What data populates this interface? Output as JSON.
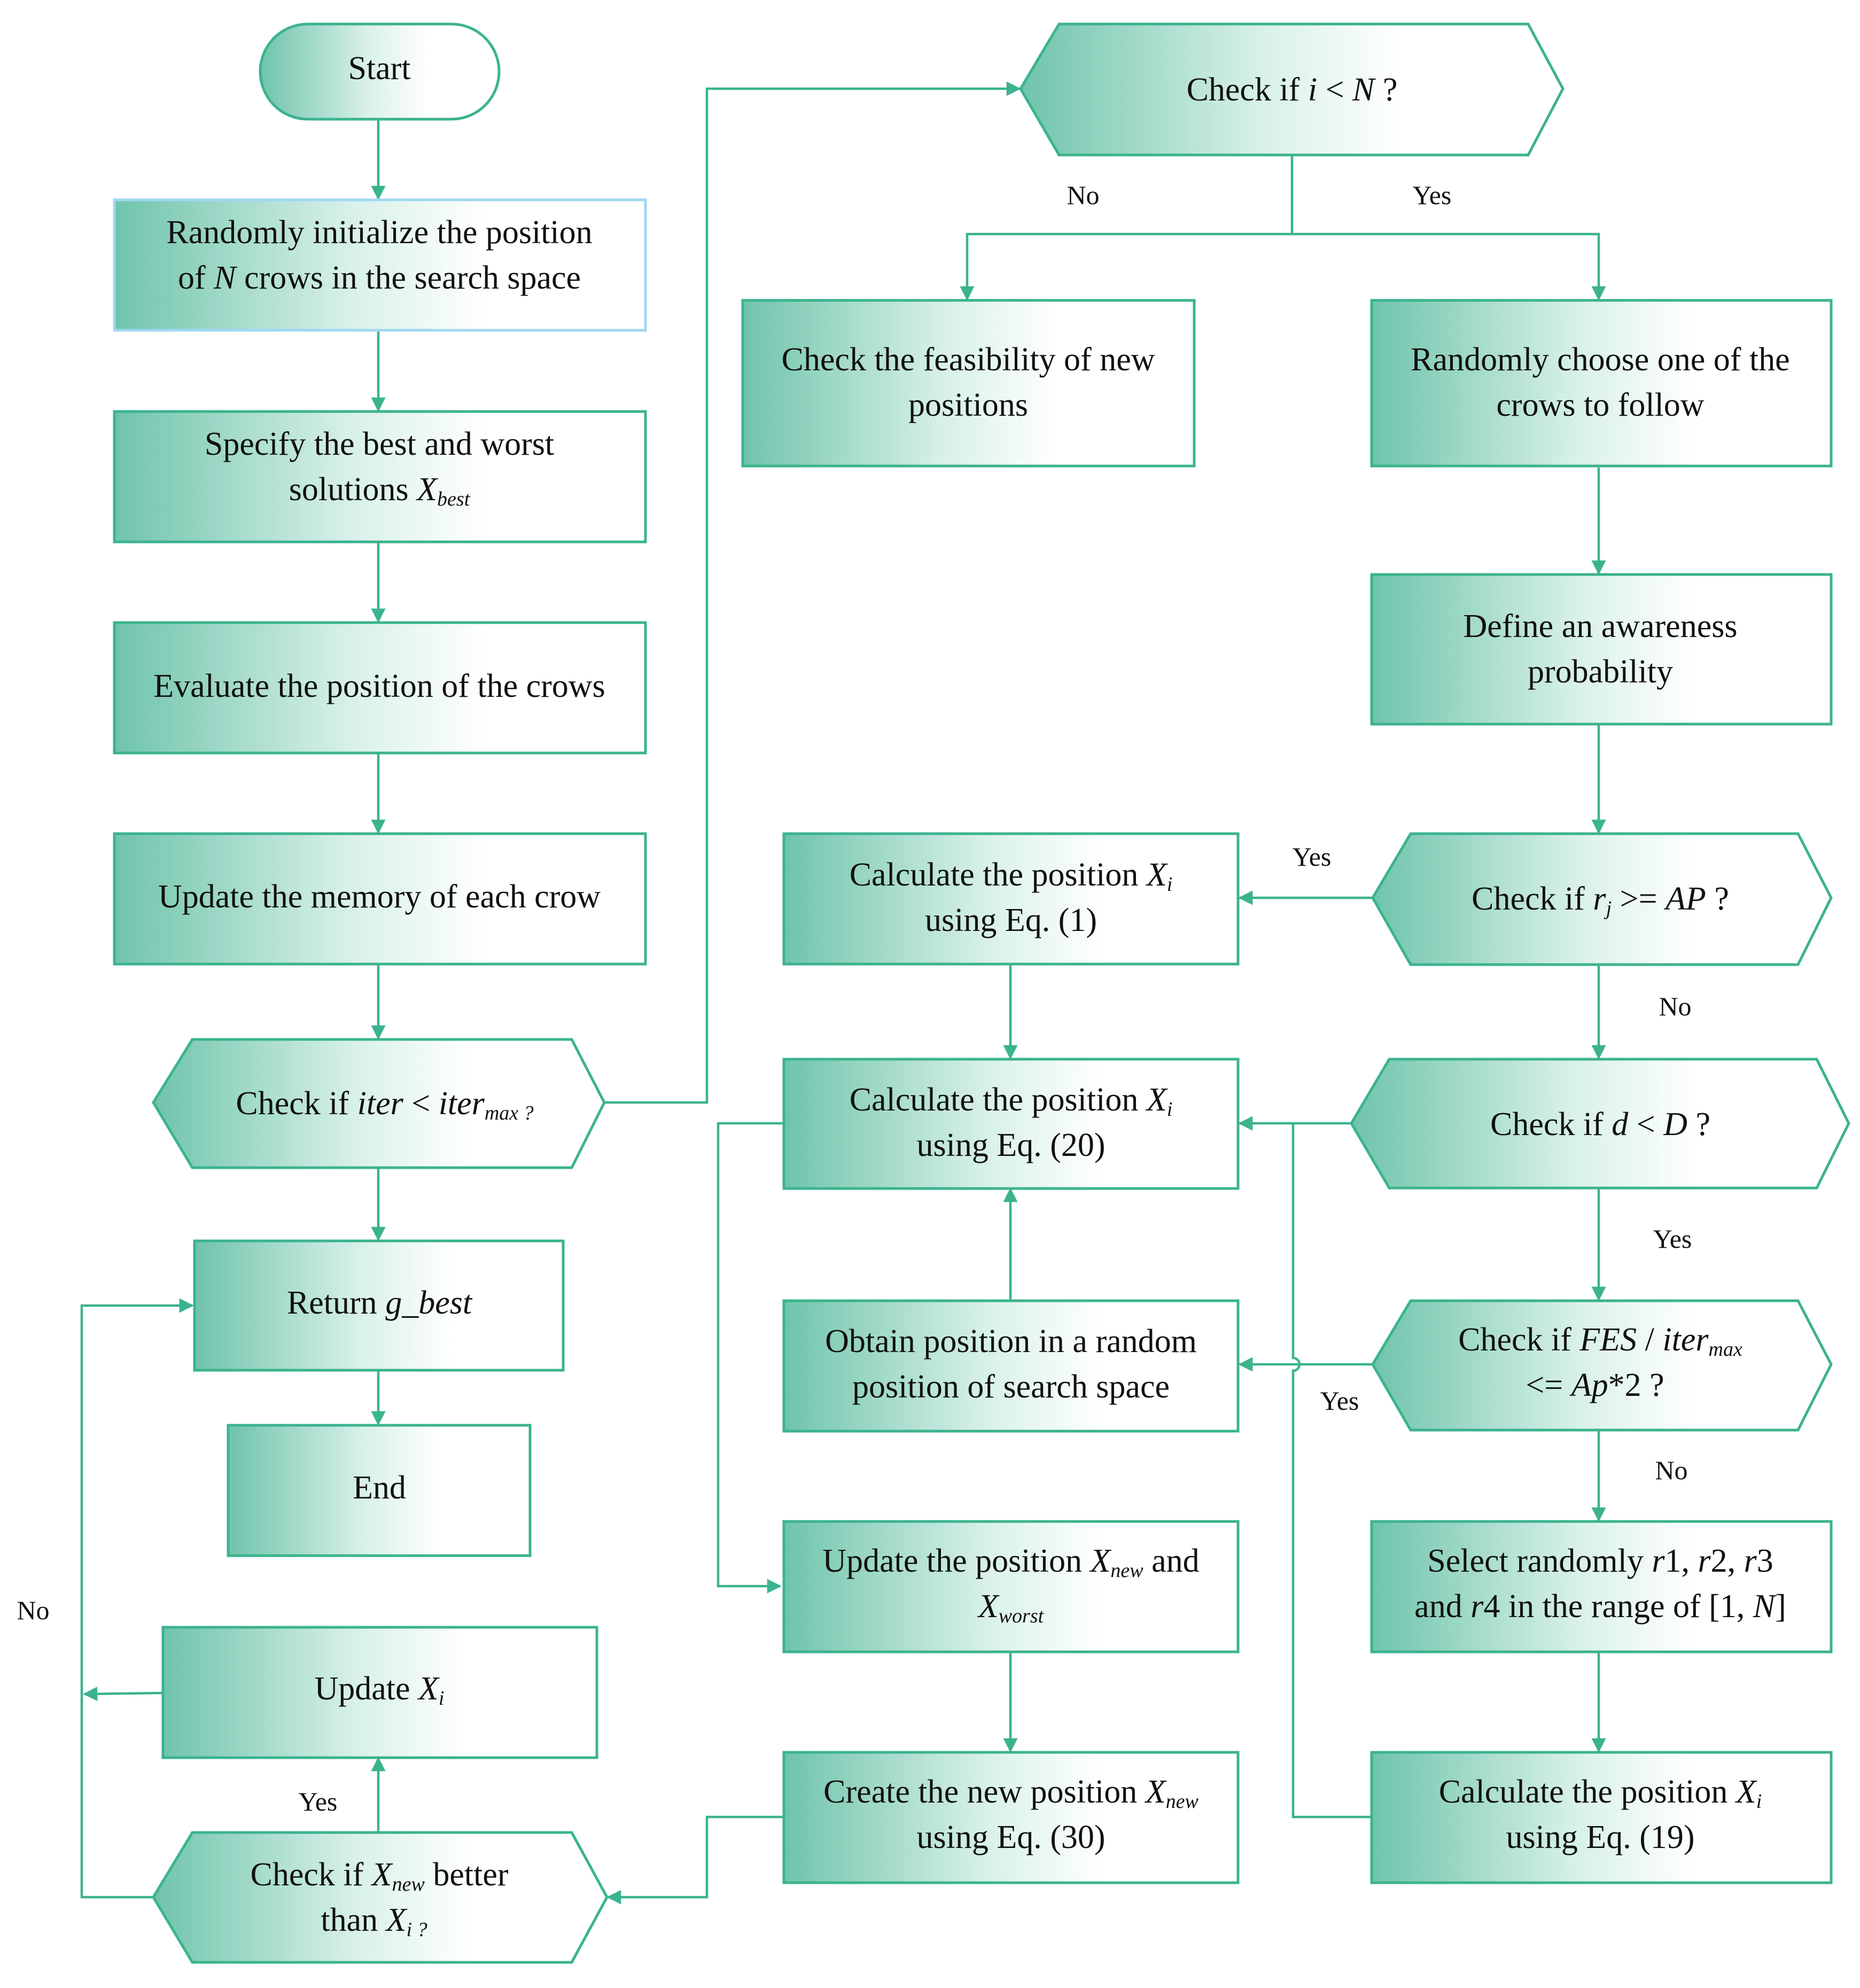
{
  "nodes": {
    "start": "Start",
    "init": {
      "line1": "Randomly initialize the position",
      "line2_pre": "of ",
      "line2_var": "N",
      "line2_post": " crows in the search space"
    },
    "specify": {
      "line1": "Specify the best and worst",
      "line2_pre": "solutions ",
      "line2_var": "X",
      "line2_sub": "best"
    },
    "evaluate": "Evaluate the position of the crows",
    "update_memory": "Update the memory of each crow",
    "check_iter": {
      "pre": "Check if ",
      "var": "iter",
      "mid": " < ",
      "var2": "iter",
      "sub": "max",
      "post": " ?"
    },
    "return_gbest": {
      "pre": "Return ",
      "var": "g_best"
    },
    "end": "End",
    "update_xi": {
      "pre": "Update ",
      "var": "X",
      "sub": "i"
    },
    "check_xnew": {
      "pre": "Check if ",
      "var": "X",
      "sub": "new",
      "post": " better",
      "line2_pre": "than ",
      "line2_var": "X",
      "line2_sub": "i",
      "line2_post": " ?"
    },
    "check_i_n": {
      "pre": "Check if ",
      "var": "i",
      "mid": " < ",
      "var2": "N",
      "post": " ?"
    },
    "feasibility": {
      "line1": "Check the feasibility of new",
      "line2": "positions"
    },
    "choose_crow": {
      "line1": "Randomly choose one of the",
      "line2": "crows to follow"
    },
    "awareness": {
      "line1": "Define an awareness",
      "line2": "probability"
    },
    "check_rj": {
      "pre": "Check if ",
      "var": "r",
      "sub": "j",
      "mid": " >= ",
      "var2": "AP",
      "post": " ?"
    },
    "calc_eq1": {
      "line1_pre": "Calculate the position ",
      "var": "X",
      "sub": "i",
      "line2": "using Eq. (1)"
    },
    "check_d": {
      "pre": "Check if ",
      "var": "d",
      "mid": " < ",
      "var2": "D",
      "post": " ?"
    },
    "calc_eq20": {
      "line1_pre": "Calculate the position ",
      "var": "X",
      "sub": "i",
      "line2": "using Eq. (20)"
    },
    "check_fes": {
      "pre": "Check if ",
      "var": "FES",
      "mid": " / ",
      "var2": "iter",
      "sub": "max",
      "line2_pre": "<= ",
      "line2_var": "Ap",
      "line2_post": "*2 ?"
    },
    "random_pos": {
      "line1": "Obtain position in a random",
      "line2": "position of search space"
    },
    "select_r": {
      "line1_pre": "Select randomly ",
      "line1_r1": "r",
      "line1_1": "1, ",
      "line1_r2": "r",
      "line1_2": "2, ",
      "line1_r3": "r",
      "line1_3": "3",
      "line2_pre": "and ",
      "line2_r4": "r",
      "line2_4": "4 in the range of [1, ",
      "line2_N": "N",
      "line2_post": "]"
    },
    "update_xnew": {
      "line1_pre": "Update the position ",
      "var": "X",
      "sub": "new",
      "line1_post": " and",
      "line2_var": "X",
      "line2_sub": "worst"
    },
    "create_xnew": {
      "line1_pre": "Create the new position ",
      "var": "X",
      "sub": "new",
      "line2": "using Eq. (30)"
    },
    "calc_eq19": {
      "line1_pre": "Calculate the position ",
      "var": "X",
      "sub": "i",
      "line2": "using Eq. (19)"
    }
  },
  "edge_labels": {
    "no_feasibility": "No",
    "yes_choose": "Yes",
    "yes_rj": "Yes",
    "no_rj": "No",
    "yes_d": "Yes",
    "yes_fes": "Yes",
    "no_fes": "No",
    "no_xnew": "No",
    "yes_xnew": "Yes"
  },
  "colors": {
    "accent": "#3bb38f",
    "fill_dark": "#6fc4ab",
    "fill_light": "#ffffff",
    "highlight_border": "#9fd8f2"
  }
}
